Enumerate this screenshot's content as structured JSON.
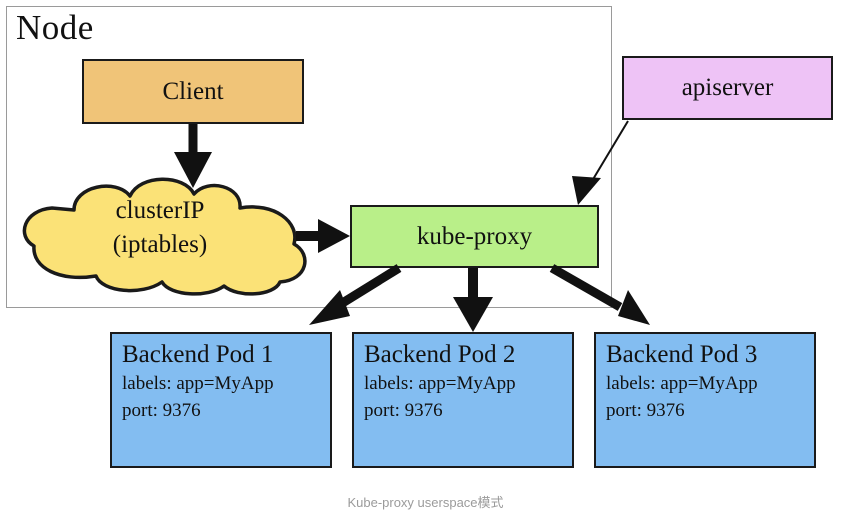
{
  "diagram": {
    "title_caption": "Kube-proxy userspace模式",
    "node_group": {
      "label": "Node",
      "border_color": "#9a9a9a"
    },
    "nodes": [
      {
        "id": "client",
        "label": "Client",
        "shape": "rectangle",
        "fill": "#f0c478",
        "stroke": "#1a1a1a"
      },
      {
        "id": "clusterip",
        "label_line1": "clusterIP",
        "label_line2": "(iptables)",
        "shape": "cloud",
        "fill": "#fbe277",
        "stroke": "#1a1a1a"
      },
      {
        "id": "kube-proxy",
        "label": "kube-proxy",
        "shape": "rectangle",
        "fill": "#b9ef89",
        "stroke": "#1a1a1a"
      },
      {
        "id": "apiserver",
        "label": "apiserver",
        "shape": "rectangle",
        "fill": "#eec3f6",
        "stroke": "#1a1a1a"
      }
    ],
    "pods": [
      {
        "id": "pod-1",
        "title": "Backend Pod 1",
        "labels_line": "labels: app=MyApp",
        "port_line": "port: 9376",
        "fill": "#83bdf1",
        "stroke": "#1a1a1a"
      },
      {
        "id": "pod-2",
        "title": "Backend Pod 2",
        "labels_line": "labels: app=MyApp",
        "port_line": "port: 9376",
        "fill": "#83bdf1",
        "stroke": "#1a1a1a"
      },
      {
        "id": "pod-3",
        "title": "Backend Pod 3",
        "labels_line": "labels: app=MyApp",
        "port_line": "port: 9376",
        "fill": "#83bdf1",
        "stroke": "#1a1a1a"
      }
    ],
    "edges": [
      {
        "id": "client-to-clusterip",
        "from": "client",
        "to": "clusterip",
        "style": "thick-arrow"
      },
      {
        "id": "clusterip-to-kubeproxy",
        "from": "clusterip",
        "to": "kube-proxy",
        "style": "thick-arrow"
      },
      {
        "id": "apiserver-to-kubeproxy",
        "from": "apiserver",
        "to": "kube-proxy",
        "style": "thin-arrow"
      },
      {
        "id": "kubeproxy-to-pod-1",
        "from": "kube-proxy",
        "to": "pod-1",
        "style": "thick-arrow"
      },
      {
        "id": "kubeproxy-to-pod-2",
        "from": "kube-proxy",
        "to": "pod-2",
        "style": "thick-arrow"
      },
      {
        "id": "kubeproxy-to-pod-3",
        "from": "kube-proxy",
        "to": "pod-3",
        "style": "thick-arrow"
      }
    ]
  }
}
